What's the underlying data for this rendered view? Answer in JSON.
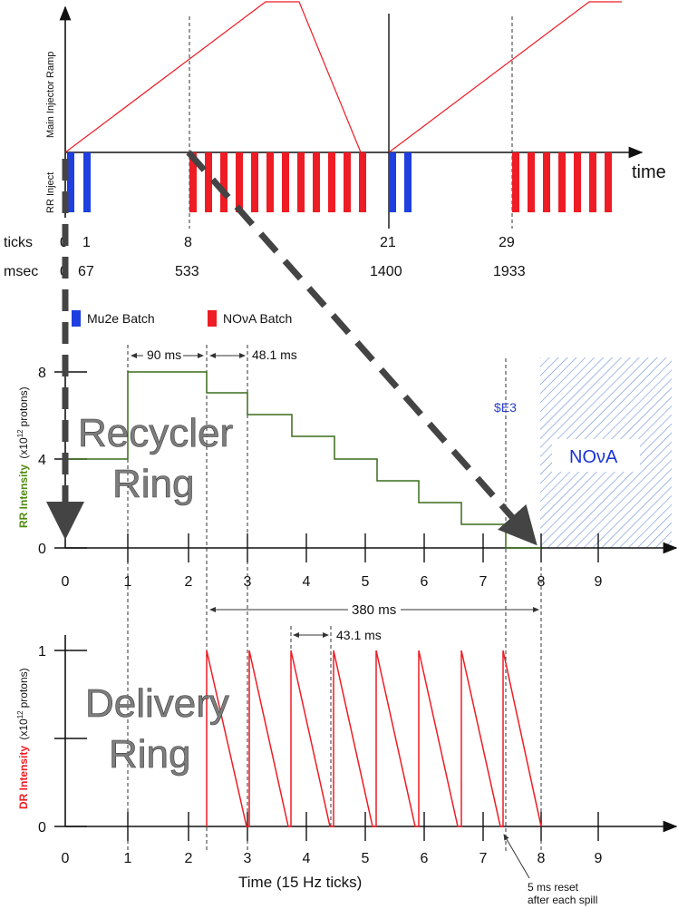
{
  "top_panel": {
    "main_injector_label": "Main Injector Ramp",
    "rr_inject_label": "RR Inject",
    "time_label": "time",
    "ticks_label": "ticks",
    "msec_label": "msec",
    "tick_values": [
      "0",
      "1",
      "8",
      "21",
      "29"
    ],
    "msec_values": [
      "0",
      "67",
      "533",
      "1400",
      "1933"
    ],
    "legend": [
      {
        "label": "Mu2e Batch",
        "color": "#1f3fe0"
      },
      {
        "label": "NOνA Batch",
        "color": "#ee1c24"
      }
    ]
  },
  "rr_panel": {
    "title_line1": "Recycler",
    "title_line2": "Ring",
    "ylabel_colored": "RR Intensity",
    "ylabel_rest": "(x10",
    "ylabel_exp": "12",
    "ylabel_end": "protons)",
    "y_ticks": [
      "0",
      "4",
      "8"
    ],
    "x_ticks": [
      "0",
      "1",
      "2",
      "3",
      "4",
      "5",
      "6",
      "7",
      "8",
      "9"
    ],
    "annot_90": "90 ms",
    "annot_48": "48.1 ms",
    "se3_label": "$E3",
    "nova_label": "NOνA",
    "colors": {
      "steps": "#3a6b1a",
      "ylabel": "#4f8a10",
      "se3": "#2a3ed0",
      "nova_text": "#1a33d6",
      "hatch": "#6a8fd8"
    }
  },
  "dr_panel": {
    "title_line1": "Delivery",
    "title_line2": "Ring",
    "ylabel_colored": "DR Intensity",
    "ylabel_rest": "(x10",
    "ylabel_exp": "12",
    "ylabel_end": "protons)",
    "y_ticks": [
      "0",
      "1"
    ],
    "x_ticks": [
      "0",
      "1",
      "2",
      "3",
      "4",
      "5",
      "6",
      "7",
      "8",
      "9"
    ],
    "annot_380": "380 ms",
    "annot_43": "43.1 ms",
    "xlabel": "Time (15 Hz ticks)",
    "reset_note_line1": "5 ms reset",
    "reset_note_line2": "after each spill",
    "colors": {
      "sawtooth": "#ee1c24",
      "ylabel": "#ee1c24"
    }
  }
}
